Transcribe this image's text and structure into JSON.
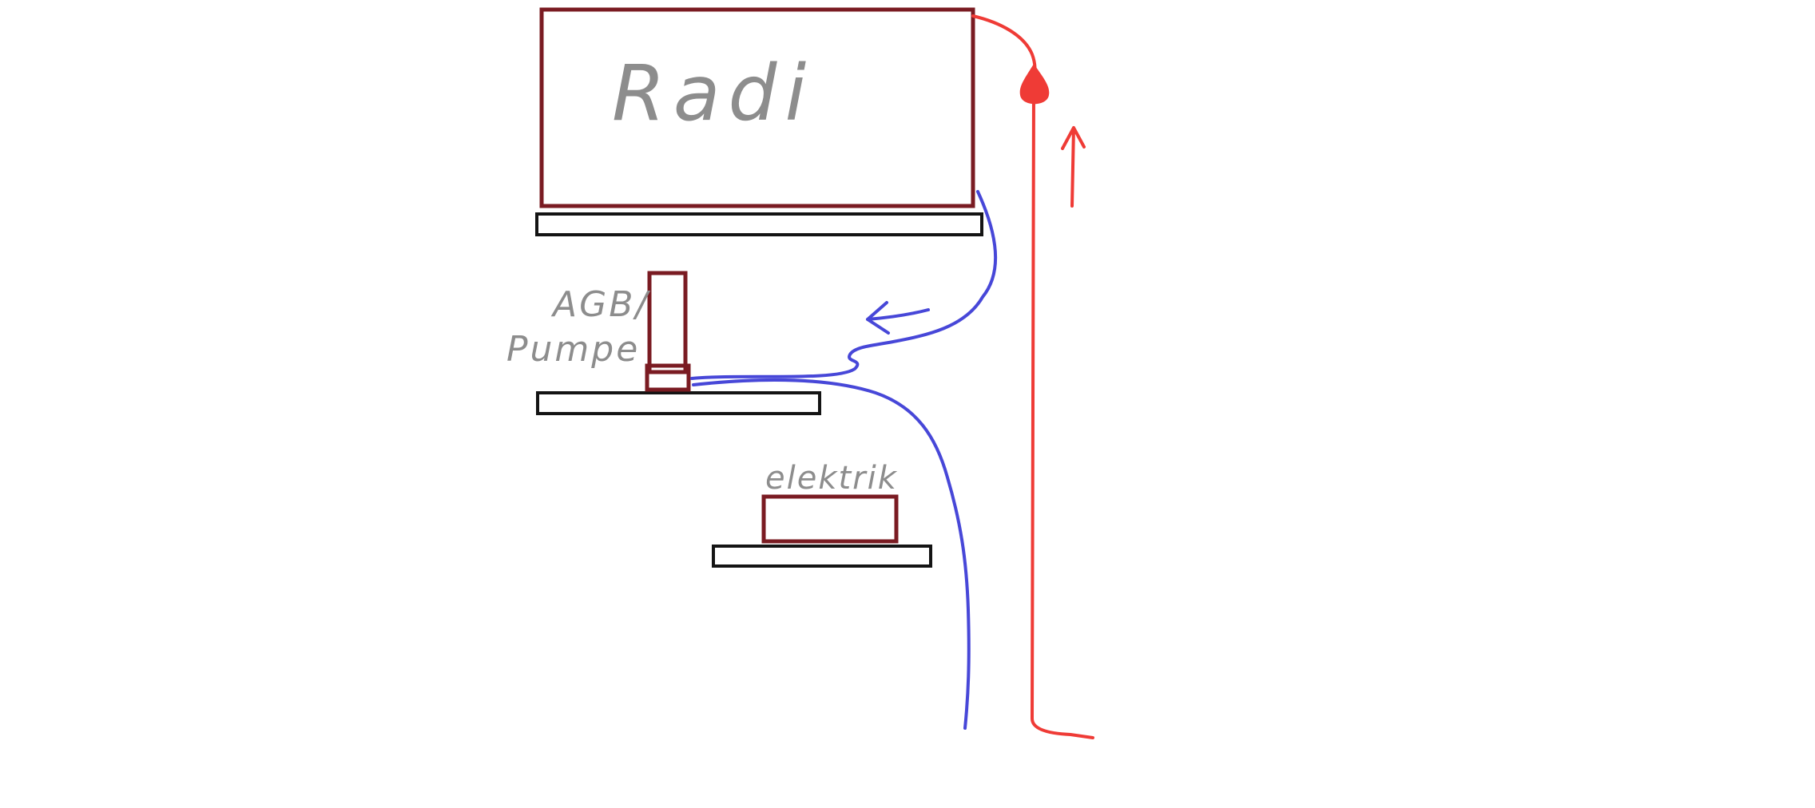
{
  "labels": {
    "radiator": "Radi",
    "reservoir_pump_line1": "AGB/",
    "reservoir_pump_line2": "Pumpe",
    "electronics": "elektrik"
  },
  "colors": {
    "component_outline": "#7a1b22",
    "shelf_outline": "#141414",
    "tube_blue": "#4747d8",
    "flow_red": "#ef3b36",
    "handwriting_gray": "#8d8d8d",
    "canvas_background": "#ffffff"
  }
}
